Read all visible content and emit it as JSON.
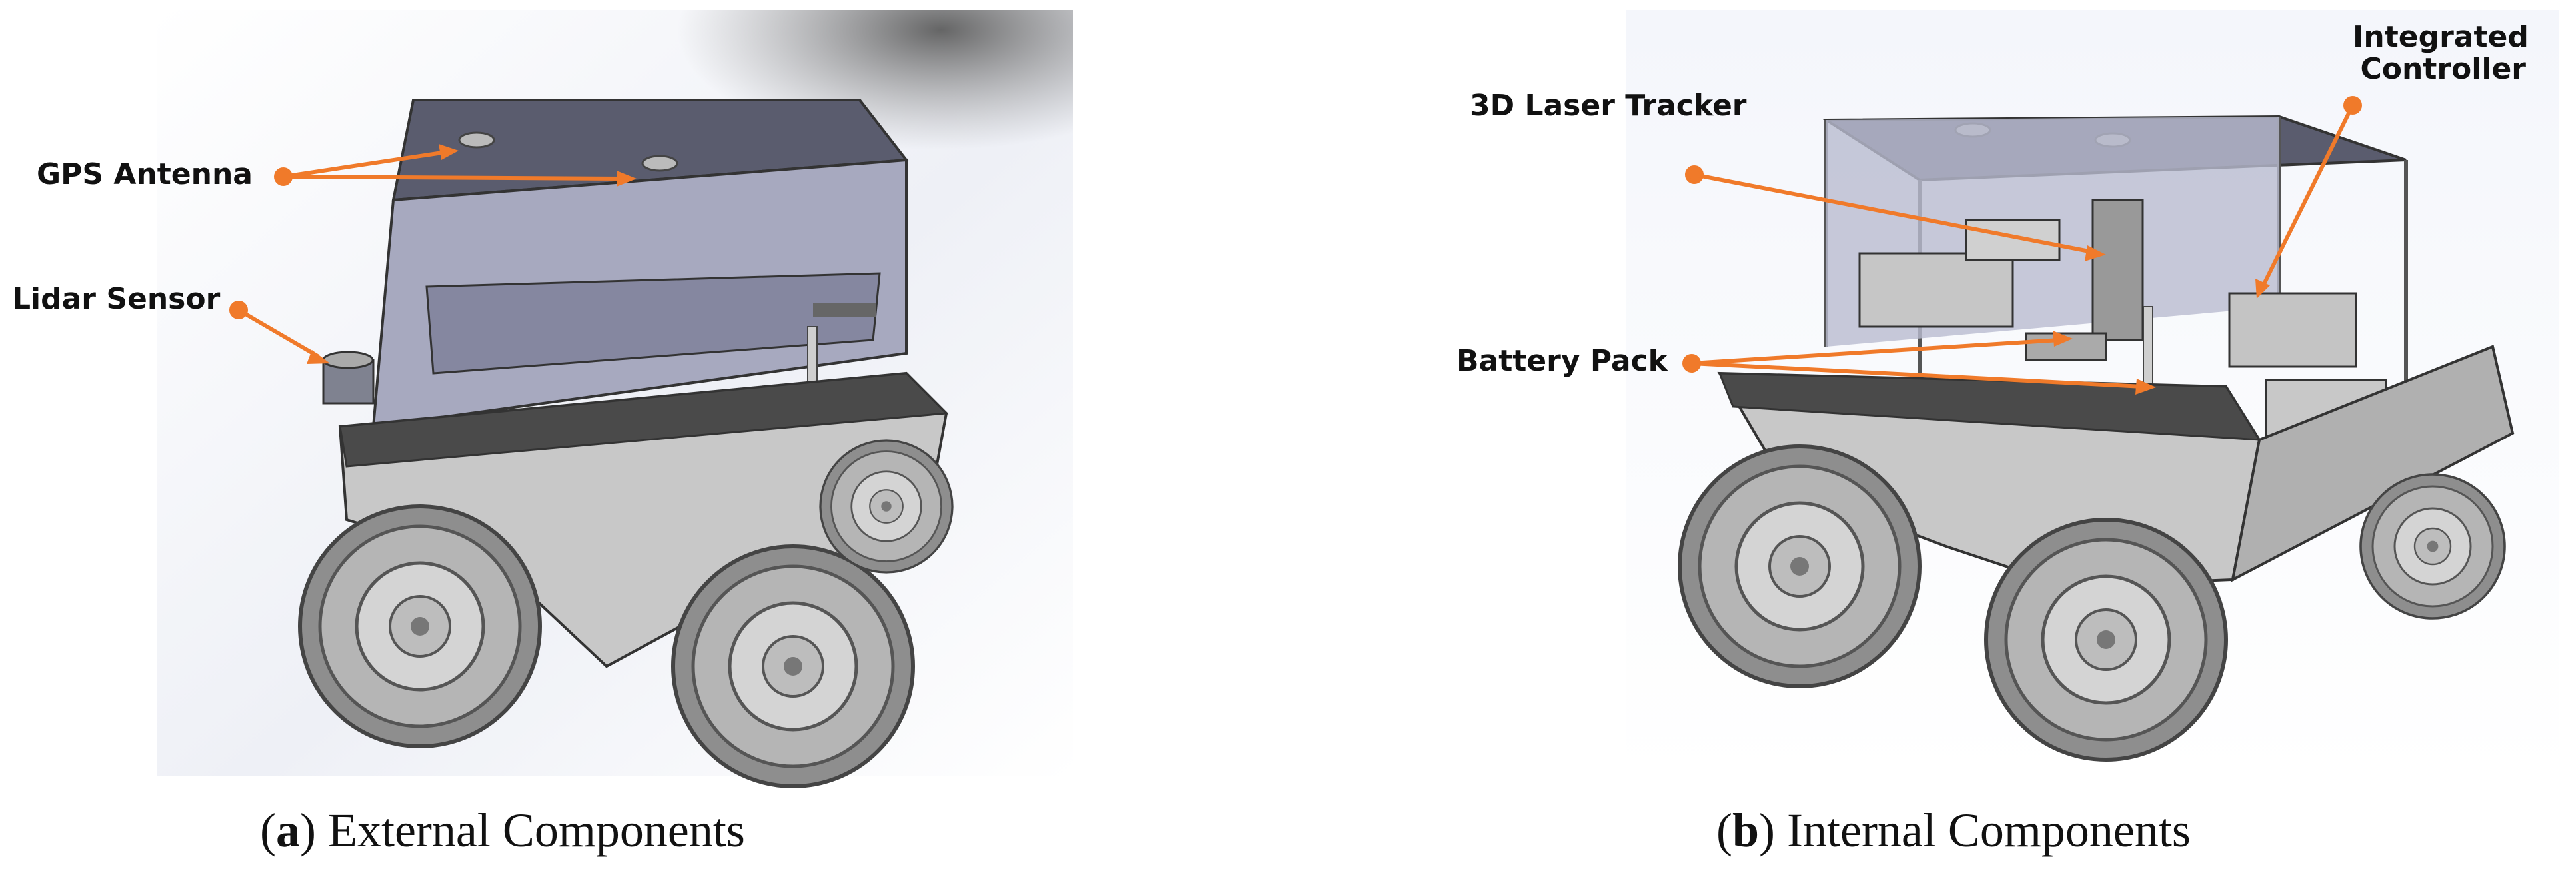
{
  "panels": [
    {
      "id": "a",
      "caption_letter": "a",
      "caption_text": "External Components",
      "callouts": [
        {
          "key": "gps",
          "text": "GPS Antenna"
        },
        {
          "key": "lidar",
          "text": "Lidar Sensor"
        }
      ]
    },
    {
      "id": "b",
      "caption_letter": "b",
      "caption_text": "Internal Components",
      "callouts": [
        {
          "key": "laser",
          "text": "3D Laser Tracker"
        },
        {
          "key": "controller_l1",
          "text": "Integrated"
        },
        {
          "key": "controller_l2",
          "text": "Controller"
        },
        {
          "key": "battery",
          "text": "Battery Pack"
        }
      ]
    }
  ],
  "colors": {
    "callout": "#f07a2a",
    "body_panel": "#a7a9bf",
    "chassis": "#c8c8c8",
    "tire": "#9a9a9a",
    "roof": "#5a5c6e"
  }
}
